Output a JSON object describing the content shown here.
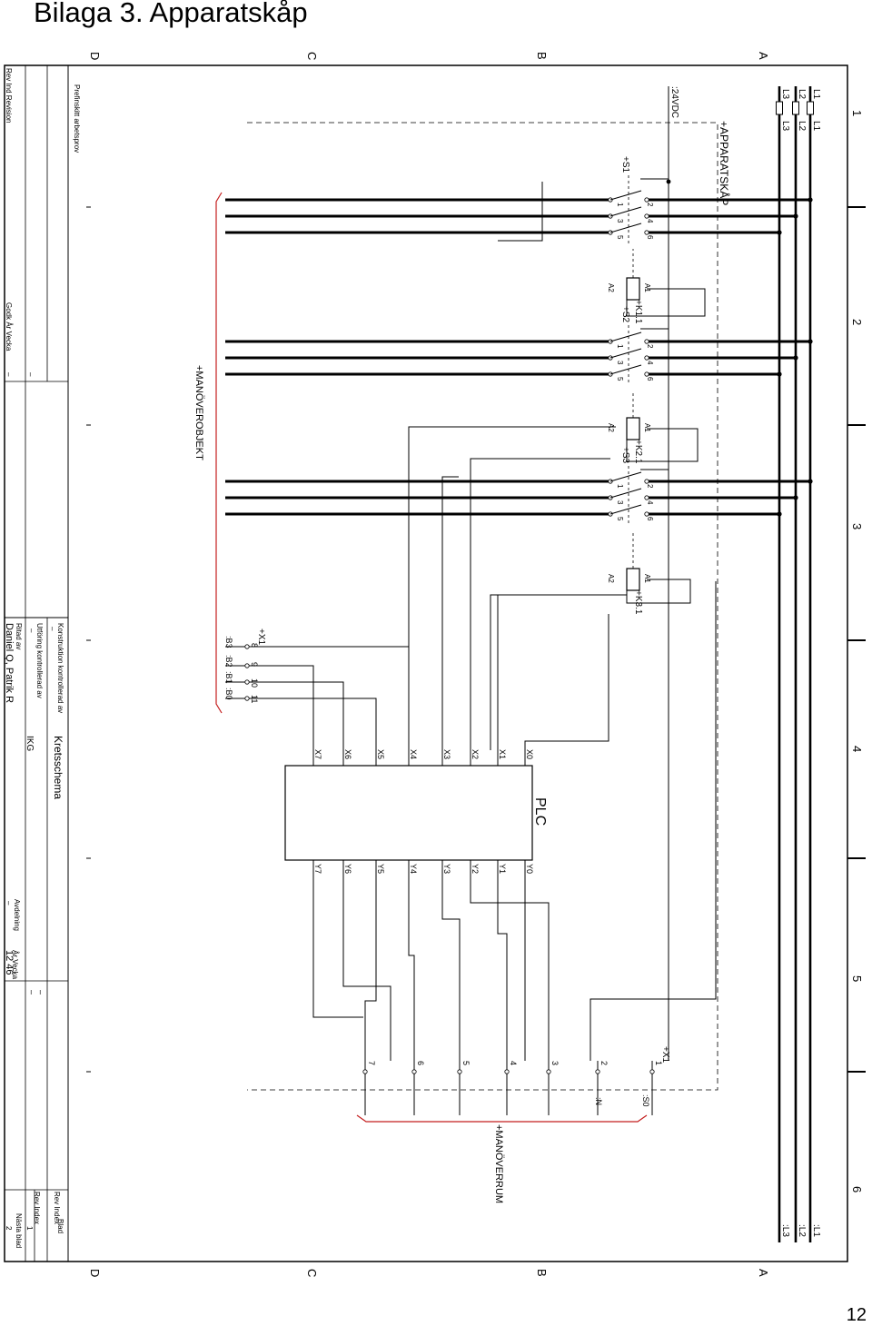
{
  "page": {
    "title": "Bilaga 3. Apparatskåp",
    "page_number": "12"
  },
  "frame": {
    "columns": [
      "1",
      "2",
      "3",
      "4",
      "5",
      "6"
    ],
    "rows": [
      "A",
      "B",
      "C",
      "D"
    ]
  },
  "power": {
    "phases": [
      "L1",
      "L2",
      "L3"
    ],
    "phases_right": [
      ":L1",
      ":L2",
      ":L3"
    ],
    "supply": "24VDC"
  },
  "locations": {
    "cabinet": "+APPARATSKÅP",
    "object": "+MANÖVEROBJEKT",
    "room": "+MANÖVERRUM"
  },
  "starters": [
    {
      "switch": "+S1",
      "contactor": "+K1.1"
    },
    {
      "switch": "+S2",
      "contactor": "+K2.1"
    },
    {
      "switch": "+S3",
      "contactor": "+K3.1"
    }
  ],
  "switch_pins": [
    "2",
    "4",
    "6",
    "1",
    "3",
    "5"
  ],
  "coil_pins": [
    "A1",
    "A2"
  ],
  "plc": {
    "label": "PLC",
    "inputs": [
      "X0",
      "X1",
      "X2",
      "X3",
      "X4",
      "X5",
      "X6",
      "X7"
    ],
    "outputs": [
      "Y0",
      "Y1",
      "Y2",
      "Y3",
      "Y4",
      "Y5",
      "Y6",
      "Y7"
    ]
  },
  "terminal_x1_object": {
    "label": "+X1",
    "numbers": [
      "8",
      "9",
      "10",
      "11"
    ],
    "signals": [
      ":B3",
      ":B2",
      ":B1",
      ":B0"
    ]
  },
  "terminal_x1_room": {
    "label": "+X1",
    "numbers": [
      "1",
      "2",
      "3",
      "4",
      "5",
      "6",
      "7"
    ],
    "signals": [
      ":S0",
      ":N"
    ]
  },
  "title_block": {
    "header": "Prefinskitt arbetsprov",
    "rev_labels": [
      "Rev",
      "Ind",
      "Revision"
    ],
    "sign_labels": [
      "Godk",
      "År",
      "Vecka"
    ],
    "drawing_title": "Kretsschema",
    "design_checked_label": "Konstruktion kontrollerad av",
    "design_checked_value": "–",
    "execution_checked_label": "Utföring kontrollerad av",
    "execution_checked_value": "–",
    "drawn_by_label": "Ritad av",
    "drawn_by_value": "Daniel Q, Patrik R",
    "department": "IKG",
    "division_label": "Avdelning",
    "year_week_label": "År Vecka",
    "year_week_value": "12 46",
    "division_value": "–",
    "rev_index_label": "Rev Index",
    "sheet_label": "Blad",
    "next_sheet_label": "Nästa blad",
    "sheet_value": "1",
    "next_sheet_value": "2",
    "dash": "–"
  }
}
